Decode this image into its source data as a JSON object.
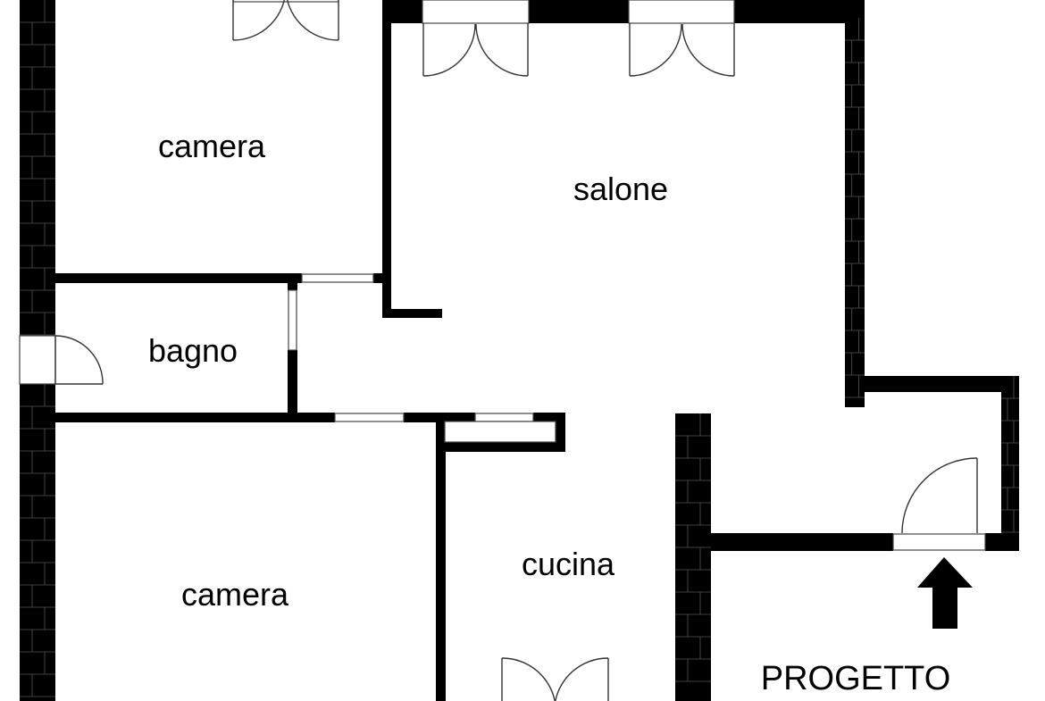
{
  "rooms": {
    "camera_top": "camera",
    "salone": "salone",
    "bagno": "bagno",
    "camera_bottom": "camera",
    "cucina": "cucina"
  },
  "caption": "PROGETTO",
  "icons": {
    "entrance": "entrance-arrow-icon"
  },
  "colors": {
    "wall": "#000000",
    "background": "#ffffff",
    "line": "#444444"
  }
}
